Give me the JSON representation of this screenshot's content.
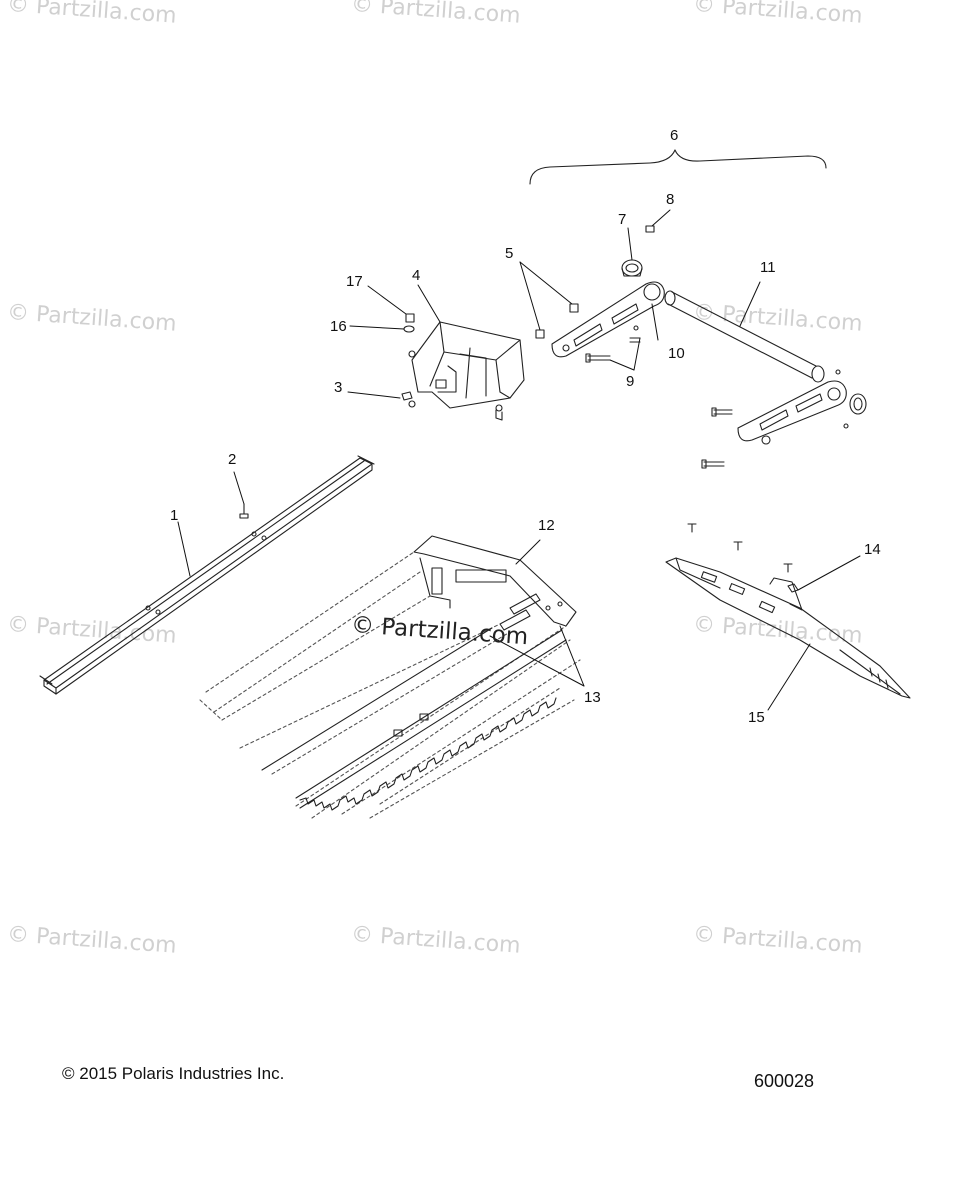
{
  "watermark": "© Partzilla.com",
  "watermark_center": "© Partzilla.com",
  "callouts": {
    "c1": "1",
    "c2": "2",
    "c3": "3",
    "c4": "4",
    "c5": "5",
    "c6": "6",
    "c7": "7",
    "c8": "8",
    "c9": "9",
    "c10": "10",
    "c11": "11",
    "c12": "12",
    "c13": "13",
    "c14": "14",
    "c15": "15",
    "c16": "16",
    "c17": "17"
  },
  "footer": {
    "copyright": "© 2015 Polaris Industries Inc.",
    "figure_number": "600028"
  }
}
